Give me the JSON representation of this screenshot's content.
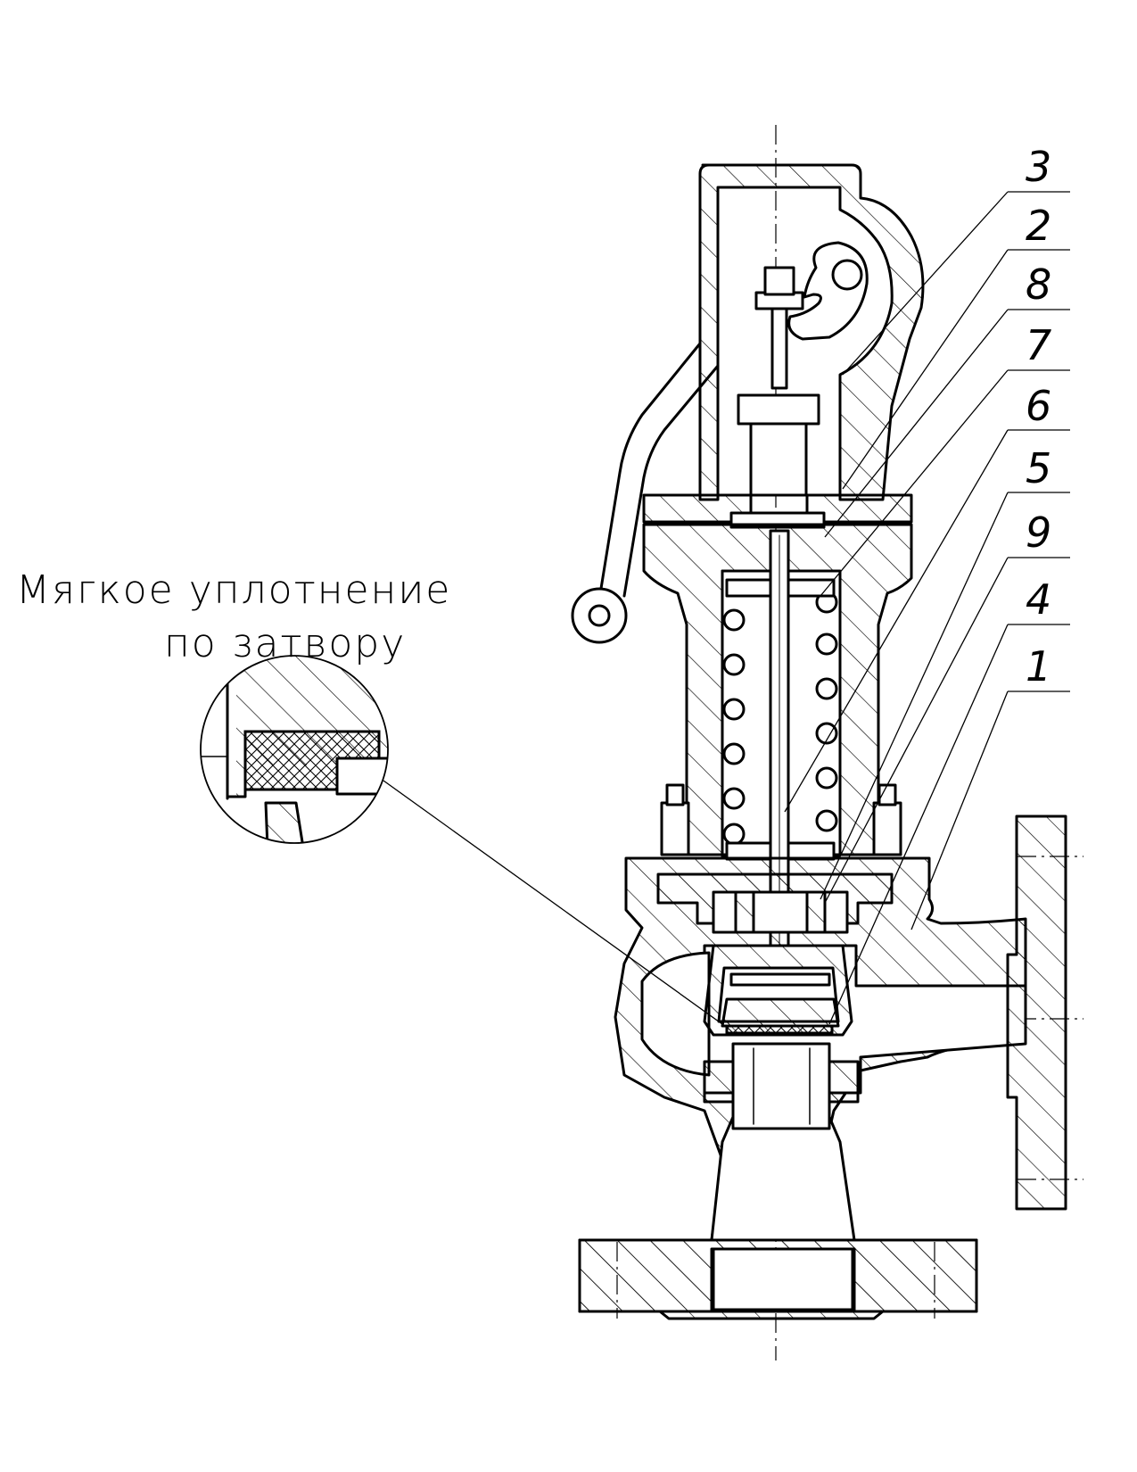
{
  "caption": {
    "line1": "Мягкое уплотнение",
    "line2": "по затвору"
  },
  "part_labels": [
    "3",
    "2",
    "8",
    "7",
    "6",
    "5",
    "9",
    "4",
    "1"
  ]
}
